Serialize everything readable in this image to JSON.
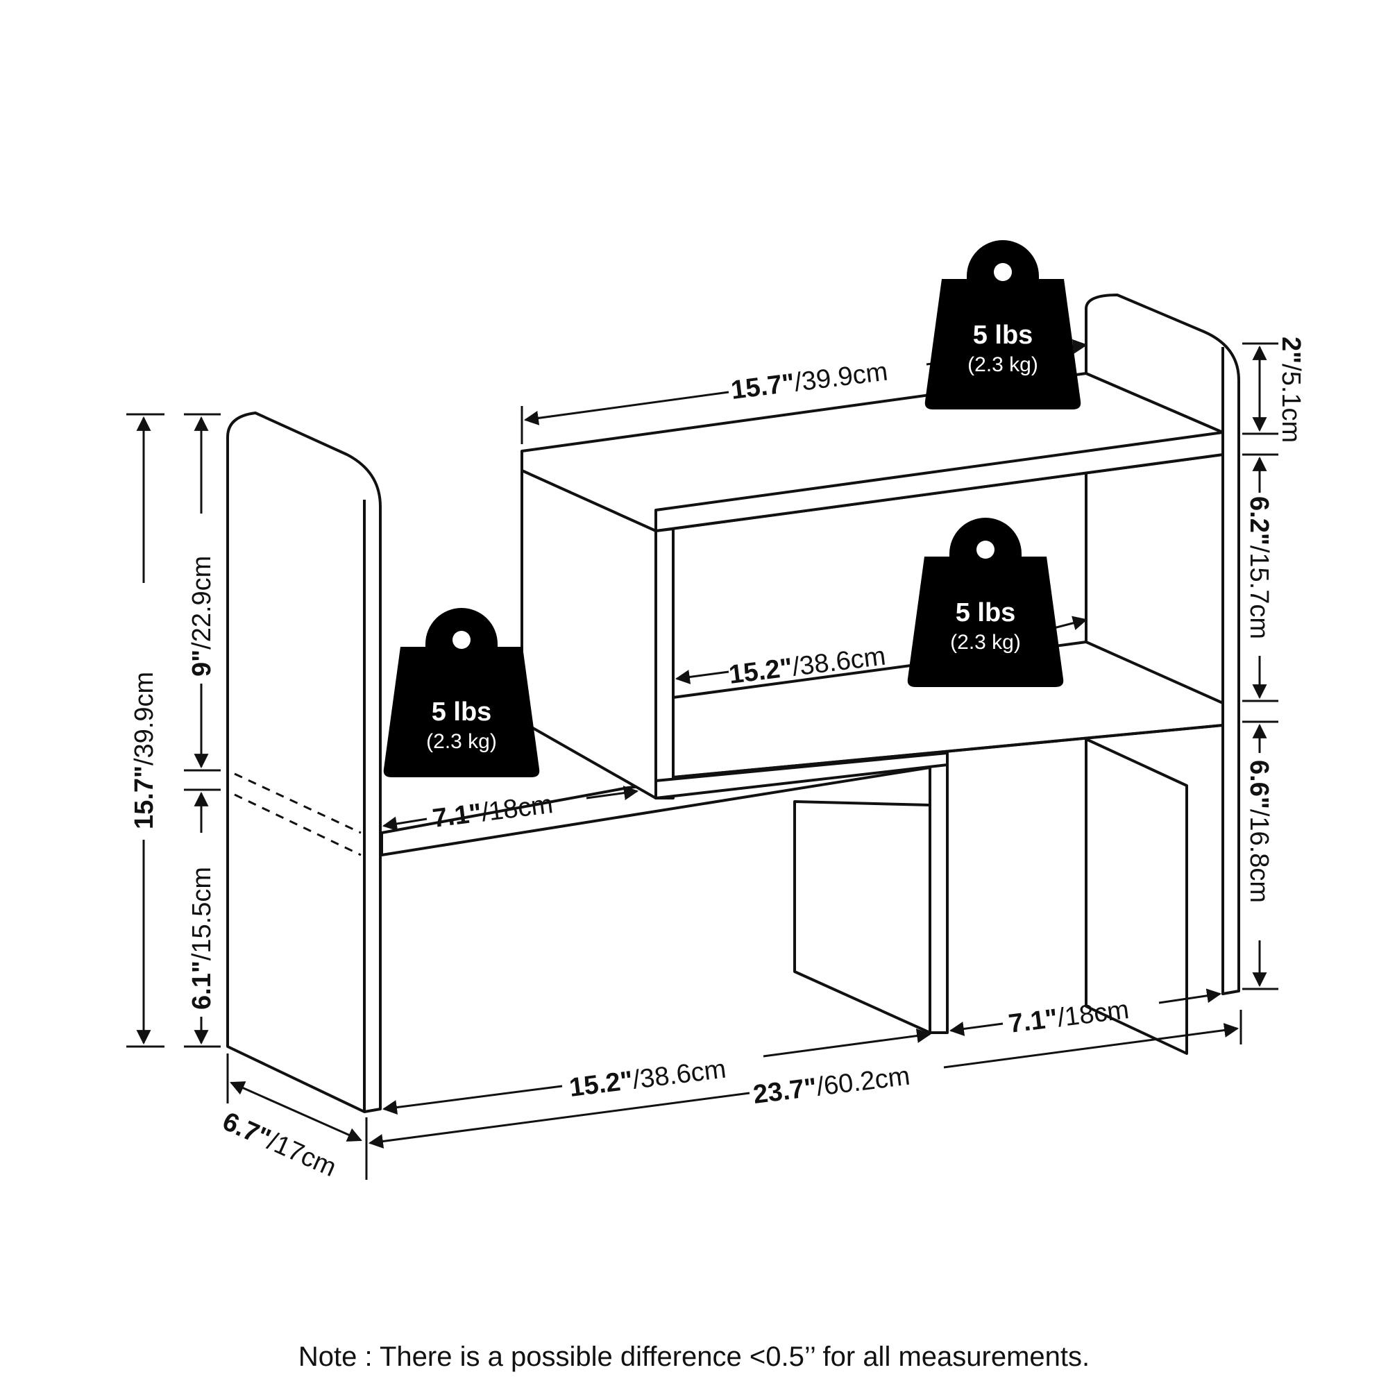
{
  "dimensions": {
    "top_shelf_width": {
      "inch": "15.7\"",
      "cm": "/39.9cm"
    },
    "mid_shelf_width": {
      "inch": "15.2\"",
      "cm": "/38.6cm"
    },
    "left_shelf_width": {
      "inch": "7.1\"",
      "cm": "/18cm"
    },
    "bottom_inner_width": {
      "inch": "15.2\"",
      "cm": "/38.6cm"
    },
    "right_gap_width": {
      "inch": "7.1\"",
      "cm": "/18cm"
    },
    "total_width": {
      "inch": "23.7\"",
      "cm": "/60.2cm"
    },
    "depth": {
      "inch": "6.7\"",
      "cm": "/17cm"
    },
    "left_total_height": {
      "inch": "15.7\"",
      "cm": "/39.9cm"
    },
    "left_upper_height": {
      "inch": "9\"",
      "cm": "/22.9cm"
    },
    "left_lower_height": {
      "inch": "6.1\"",
      "cm": "/15.5cm"
    },
    "right_top_height": {
      "inch": "2\"",
      "cm": "/5.1cm"
    },
    "right_mid_height": {
      "inch": "6.2\"",
      "cm": "/15.7cm"
    },
    "right_low_height": {
      "inch": "6.6\"",
      "cm": "/16.8cm"
    }
  },
  "weights": [
    {
      "title": "5 lbs",
      "sub": "(2.3 kg)"
    },
    {
      "title": "5 lbs",
      "sub": "(2.3 kg)"
    },
    {
      "title": "5 lbs",
      "sub": "(2.3 kg)"
    }
  ],
  "note": "Note : There is a possible difference <0.5’’ for all measurements."
}
